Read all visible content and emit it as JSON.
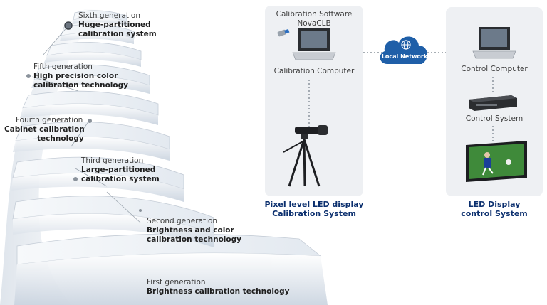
{
  "generations": [
    {
      "title": "Sixth generation",
      "desc": [
        "Huge-partitioned",
        "calibration system"
      ]
    },
    {
      "title": "Fifth generation",
      "desc": [
        "High precision color",
        "calibration technology"
      ]
    },
    {
      "title": "Fourth generation",
      "desc": [
        "Cabinet calibration",
        "technology"
      ]
    },
    {
      "title": "Third generation",
      "desc": [
        "Large-partitioned",
        "calibration system"
      ]
    },
    {
      "title": "Second generation",
      "desc": [
        "Brightness and color",
        "calibration technology"
      ]
    },
    {
      "title": "First generation",
      "desc": [
        "Brightness calibration technology"
      ]
    }
  ],
  "left_system": {
    "software_title": "Calibration Software",
    "software_name": "NovaCLB",
    "computer_label": "Calibration Computer",
    "caption": [
      "Pixel level LED display",
      "Calibration System"
    ]
  },
  "network": {
    "label": "Local Network",
    "icon": "globe-icon"
  },
  "right_system": {
    "computer_label": "Control Computer",
    "control_label": "Control System",
    "caption": [
      "LED Display",
      "control System"
    ]
  },
  "colors": {
    "caption": "#0b2f6e",
    "cloud": "#1f5fa8",
    "panel": "#eef0f3",
    "stair": "#e9eef4"
  }
}
